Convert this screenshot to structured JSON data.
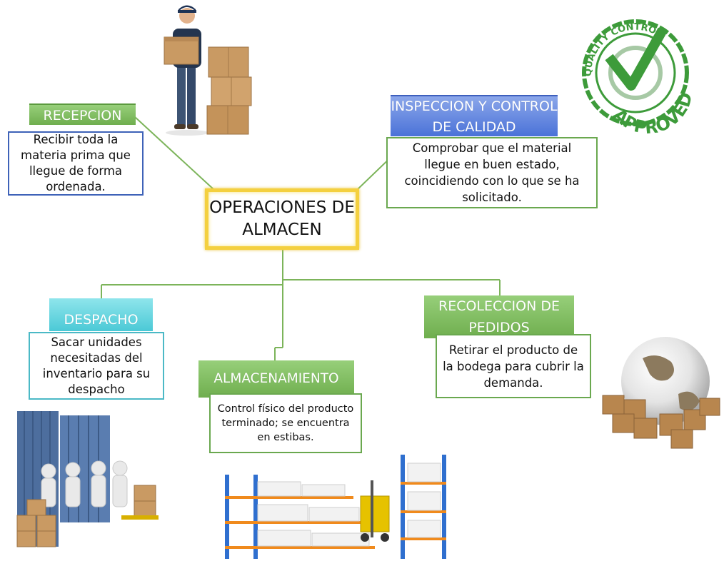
{
  "central": {
    "title": "OPERACIONES DE ALMACEN"
  },
  "nodes": [
    {
      "key": "recepcion",
      "label": "RECEPCION",
      "text": "Recibir toda la materia prima que llegue de forma ordenada."
    },
    {
      "key": "inspeccion",
      "label": "INSPECCION Y CONTROL DE CALIDAD",
      "text": "Comprobar que el material llegue en buen estado, coincidiendo con lo que se ha solicitado."
    },
    {
      "key": "despacho",
      "label": "DESPACHO",
      "text": "Sacar unidades necesitadas del inventario para su despacho"
    },
    {
      "key": "almacenamiento",
      "label": "ALMACENAMIENTO",
      "text": "Control físico del producto terminado; se encuentra en estibas."
    },
    {
      "key": "recoleccion",
      "label": "RECOLECCION DE PEDIDOS",
      "text": "Retirar el producto de la bodega para cubrir  la demanda."
    }
  ],
  "stamp": {
    "top_text": "QUALITY CONTROL",
    "main_text": "APPROVED"
  },
  "colors": {
    "green": "#6fae4e",
    "blue": "#4a72d8",
    "cyan": "#4bc9d6",
    "yellow": "#f4d03f",
    "line": "#7cb45a"
  }
}
